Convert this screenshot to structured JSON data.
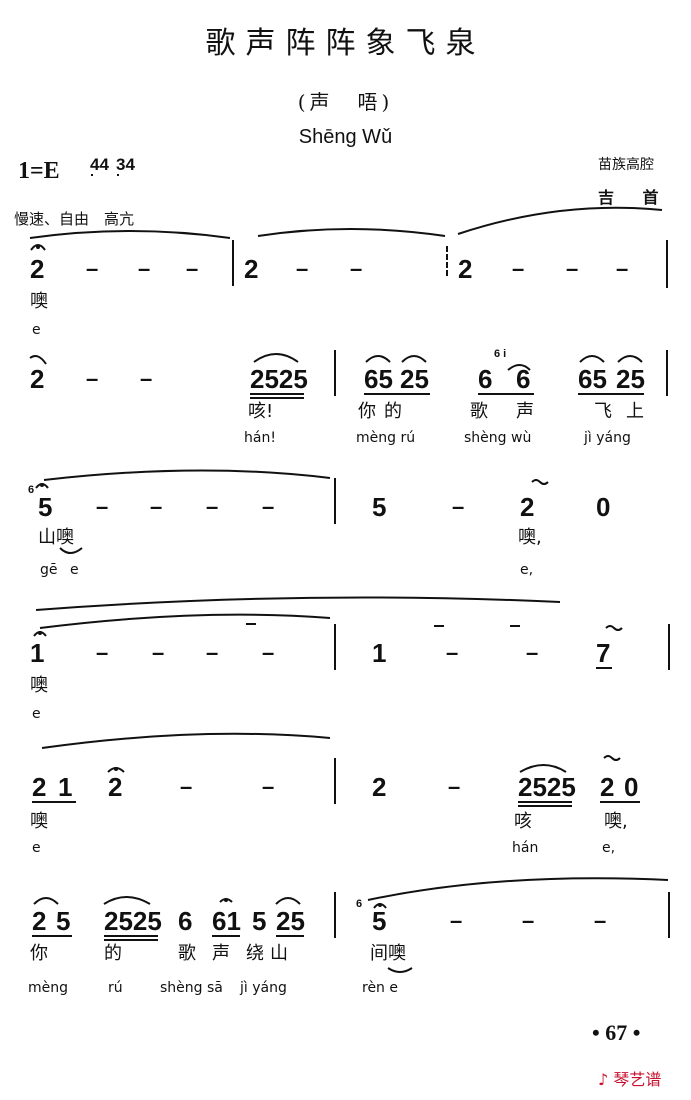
{
  "header": {
    "title": "歌声阵阵象飞泉",
    "genre": "(声　唔)",
    "genre_pinyin": "Shēng Wǔ",
    "key": "1=E",
    "meter_a": {
      "num": "4",
      "den": "4"
    },
    "meter_b": {
      "num": "3",
      "den": "4"
    },
    "source": "苗族高腔",
    "author": "吉 首",
    "tempo": "慢速、自由　高亢"
  },
  "lines": {
    "l1": {
      "notes": [
        "2",
        "2",
        "2"
      ],
      "lyrics": [
        "噢"
      ],
      "pinyin": [
        "e"
      ]
    },
    "l2": {
      "notes": [
        "2",
        "2525",
        "65",
        "25",
        "6",
        "6",
        "65",
        "25"
      ],
      "grace": [
        "6 i"
      ],
      "lyrics": [
        "咳!",
        "你的",
        "歌声",
        "飞上"
      ],
      "pinyin": [
        "hán!",
        "mèng rú",
        "shèng wù",
        "jì yáng"
      ]
    },
    "l3": {
      "grace": "6",
      "notes": [
        "5",
        "5",
        "2",
        "0"
      ],
      "lyrics": [
        "山噢",
        "噢,"
      ],
      "pinyin": [
        "gē e",
        "e,"
      ]
    },
    "l4": {
      "notes": [
        "1",
        "1",
        "7"
      ],
      "lyrics": [
        "噢"
      ],
      "pinyin": [
        "e"
      ]
    },
    "l5": {
      "notes": [
        "2",
        "1",
        "2",
        "2",
        "2525",
        "2",
        "0"
      ],
      "lyrics": [
        "噢",
        "咳",
        "噢,"
      ],
      "pinyin": [
        "e",
        "hán",
        "e,"
      ]
    },
    "l6": {
      "notes": [
        "2",
        "5",
        "2525",
        "6",
        "61",
        "5",
        "25",
        "5"
      ],
      "grace": "6",
      "lyrics": [
        "你",
        "的",
        "歌",
        "声",
        "绕",
        "山",
        "间噢"
      ],
      "pinyin": [
        "mèng",
        "rú",
        "shèng sā",
        "jì yáng",
        "rèn e"
      ]
    }
  },
  "footer": {
    "page_number": "• 67 •",
    "watermark": "琴艺谱"
  }
}
